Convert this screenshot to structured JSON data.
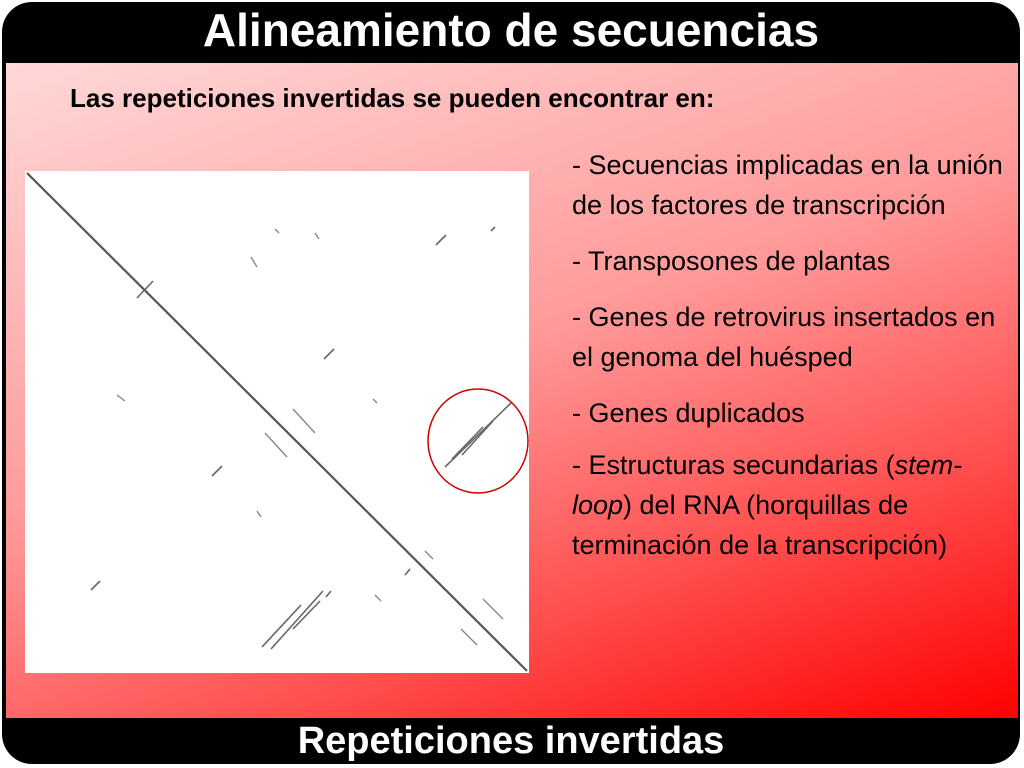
{
  "slide": {
    "title": "Alineamiento de secuencias",
    "subtitle": "Las repeticiones invertidas se pueden encontrar en:",
    "footer": "Repeticiones invertidas"
  },
  "bullets": {
    "b1": "- Secuencias implicadas en la unión de los factores de transcripción",
    "b2": "- Transposones de plantas",
    "b3": "- Genes de retrovirus insertados en el genoma del huésped",
    "b4": "- Genes duplicados",
    "b5_prefix": "- Estructuras secundarias (",
    "b5_italic": "stem-loop",
    "b5_suffix": ") del RNA (horquillas de terminación de la transcripción)"
  },
  "colors": {
    "frame": "#000000",
    "highlight_circle": "#cc0000",
    "title_text": "#ffffff"
  }
}
